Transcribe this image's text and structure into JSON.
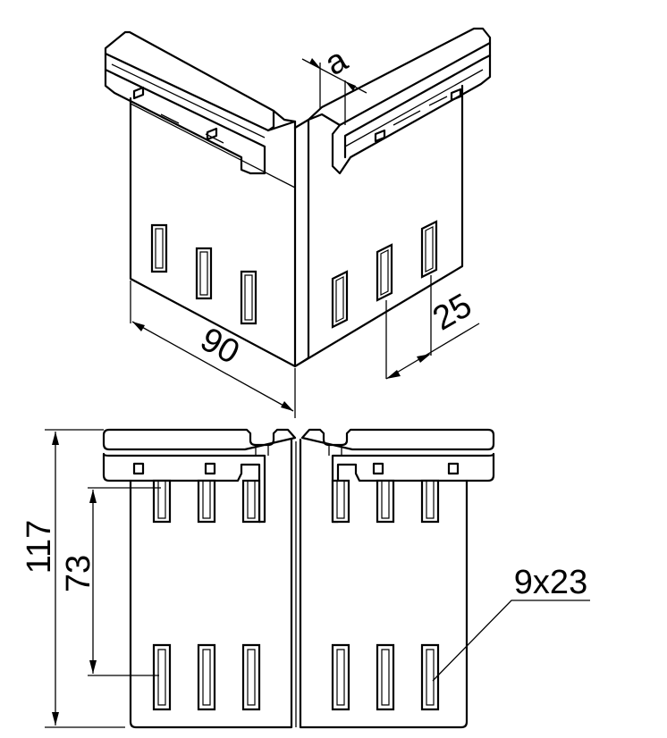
{
  "dimensions": {
    "width_90": "90",
    "slot_pitch_25": "25",
    "gap_a": "a",
    "height_117": "117",
    "slot_offset_73": "73",
    "slot_size": "9x23"
  },
  "colors": {
    "line": "#000000",
    "background": "#ffffff"
  }
}
